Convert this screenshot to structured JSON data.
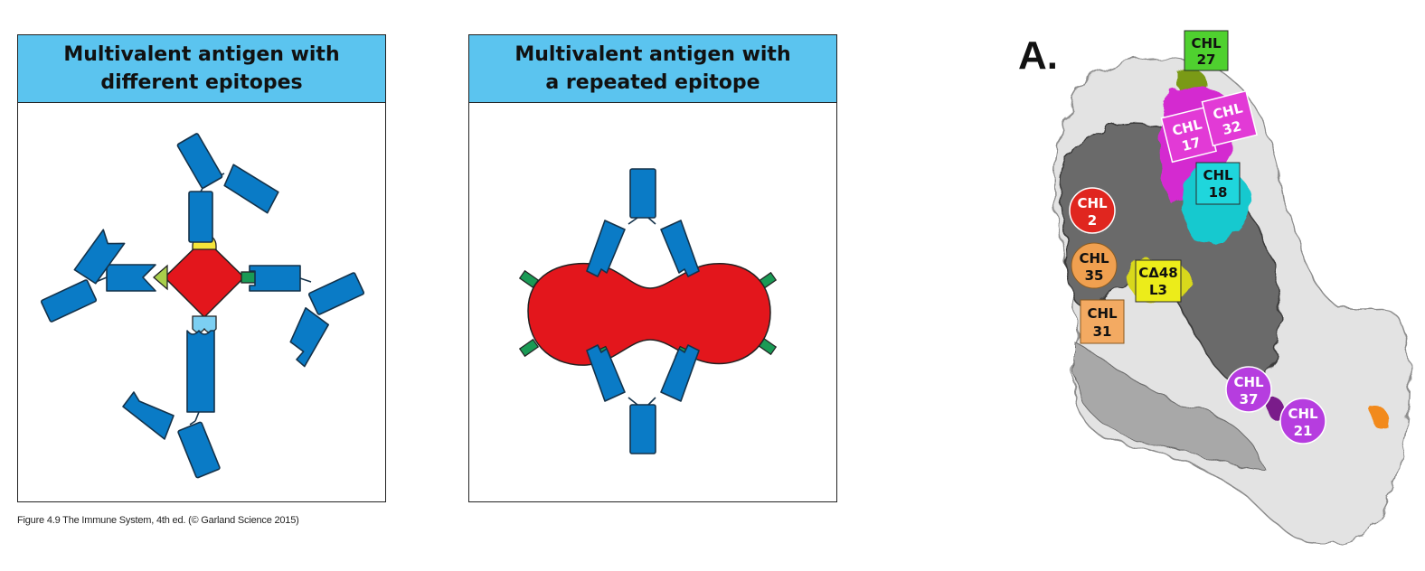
{
  "panels": [
    {
      "title": "Multivalent antigen with\ndifferent epitopes"
    },
    {
      "title": "Multivalent antigen with\na repeated epitope"
    }
  ],
  "caption": "Figure 4.9  The Immune System, 4th ed. (© Garland Science 2015)",
  "structure": {
    "panel_letter": "A.",
    "labels": [
      {
        "text": [
          "CHL",
          "27"
        ],
        "shape": "square",
        "color": "#4fd12f",
        "text_color": "#111111"
      },
      {
        "text": [
          "CHL",
          "17"
        ],
        "shape": "square",
        "color": "#e23ad6",
        "text_color": "#ffffff"
      },
      {
        "text": [
          "CHL",
          "32"
        ],
        "shape": "square",
        "color": "#e23ad6",
        "text_color": "#ffffff"
      },
      {
        "text": [
          "CHL",
          "18"
        ],
        "shape": "square",
        "color": "#1fd6dc",
        "text_color": "#111111"
      },
      {
        "text": [
          "CHL",
          "2"
        ],
        "shape": "circle",
        "color": "#e0261f",
        "text_color": "#ffffff"
      },
      {
        "text": [
          "CHL",
          "35"
        ],
        "shape": "circle",
        "color": "#f0a050",
        "text_color": "#111111"
      },
      {
        "text": [
          "CΔ48",
          "L3"
        ],
        "shape": "square",
        "color": "#ecec1a",
        "text_color": "#111111"
      },
      {
        "text": [
          "CHL",
          "31"
        ],
        "shape": "square",
        "color": "#f3aa62",
        "text_color": "#111111"
      },
      {
        "text": [
          "CHL",
          "37"
        ],
        "shape": "circle",
        "color": "#b63ddf",
        "text_color": "#ffffff"
      },
      {
        "text": [
          "CHL",
          "21"
        ],
        "shape": "circle",
        "color": "#b63ddf",
        "text_color": "#ffffff"
      }
    ]
  },
  "colors": {
    "header": "#5bc4ef",
    "antibody": "#0a7bc6",
    "antigen": "#e3161c",
    "epitope_green": "#1a9a55",
    "epitope_yellow": "#f5e63a",
    "epitope_lightgreen": "#a9cf4b",
    "epitope_lightblue": "#7ccff2"
  }
}
